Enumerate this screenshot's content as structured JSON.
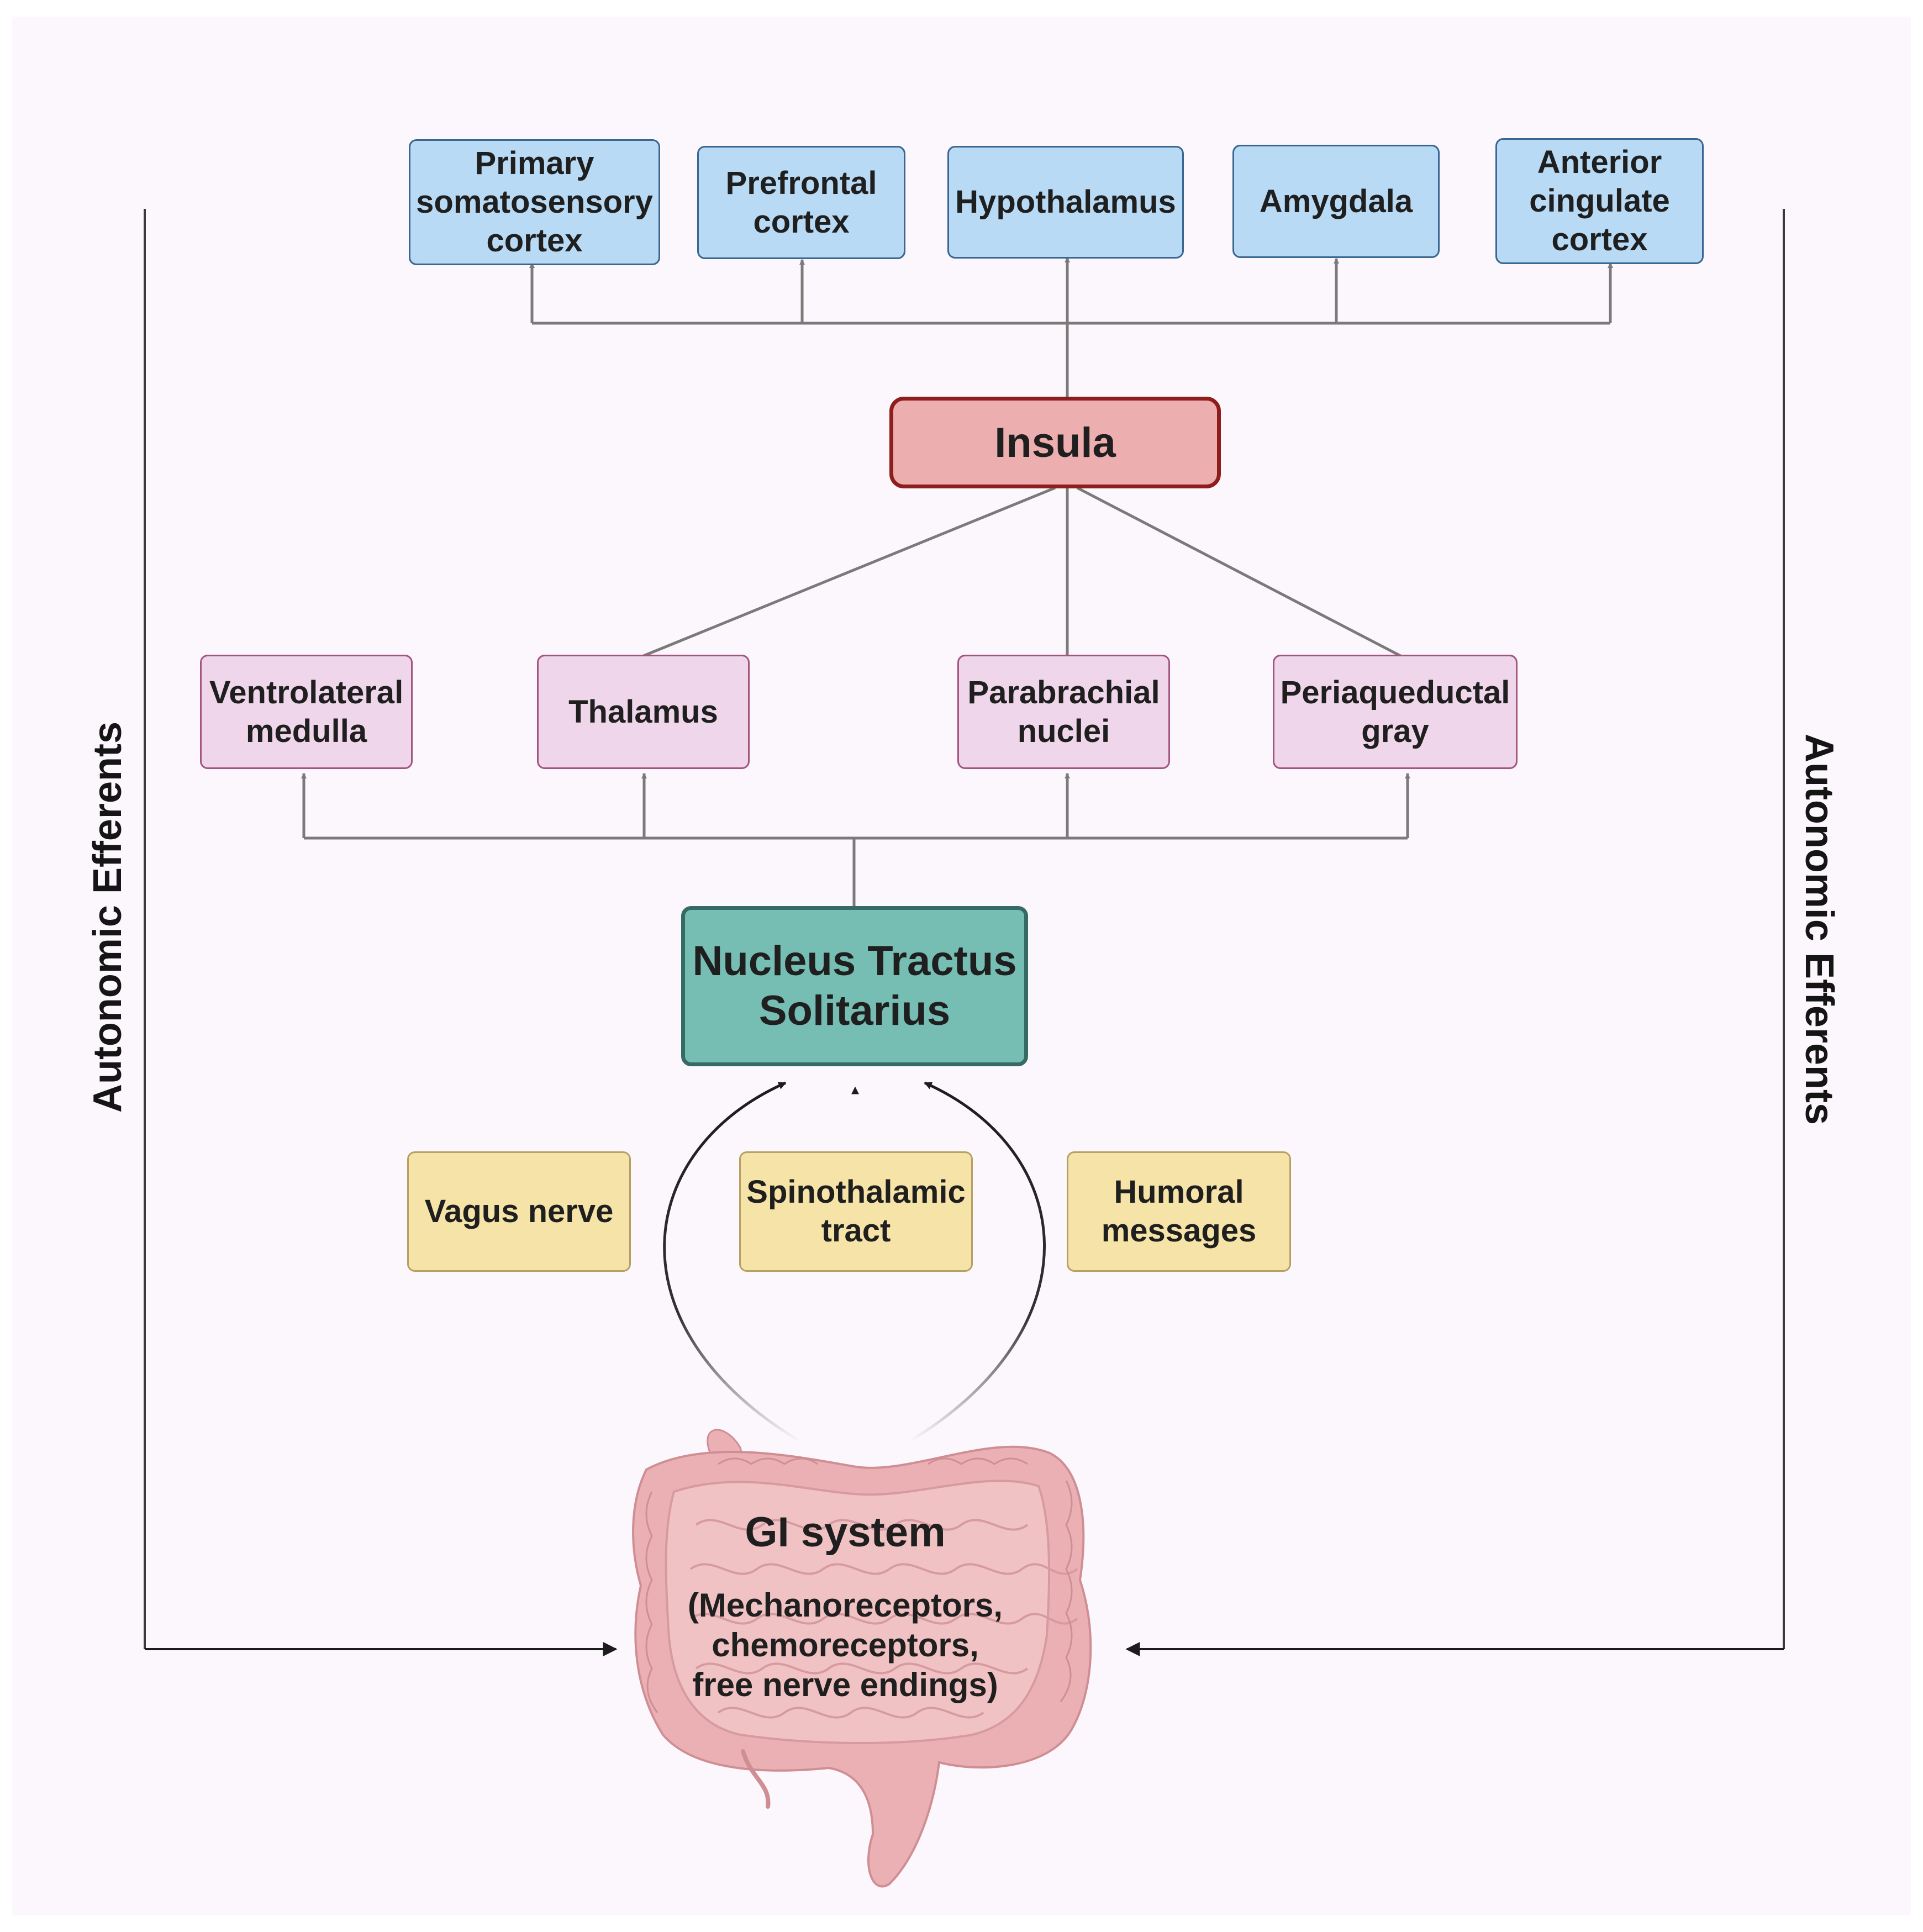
{
  "side_labels": {
    "left": "Autonomic Efferents",
    "right": "Autonomic Efferents"
  },
  "cortical_targets": [
    "Primary\nsomatosensory\ncortex",
    "Prefrontal\ncortex",
    "Hypothalamus",
    "Amygdala",
    "Anterior\ncingulate\ncortex"
  ],
  "insula": "Insula",
  "relay_nuclei": [
    "Ventrolateral\nmedulla",
    "Thalamus",
    "Parabrachial\nnuclei",
    "Periaqueductal\ngray"
  ],
  "nts": "Nucleus Tractus\nSolitarius",
  "afferent_pathways": [
    "Vagus nerve",
    "Spinothalamic\ntract",
    "Humoral\nmessages"
  ],
  "gi_system": {
    "title": "GI system",
    "receptors": "(Mechanoreceptors,\nchemoreceptors,\nfree nerve endings)"
  },
  "colors": {
    "cortex_fill": "#b8daf5",
    "relay_fill": "#f0d6ea",
    "insula_fill": "#ecaeae",
    "nts_fill": "#76bdb3",
    "pathway_fill": "#f5e3a8",
    "intestine": "#eab0b4"
  },
  "icons": {
    "gi_illustration": "intestines-icon"
  }
}
